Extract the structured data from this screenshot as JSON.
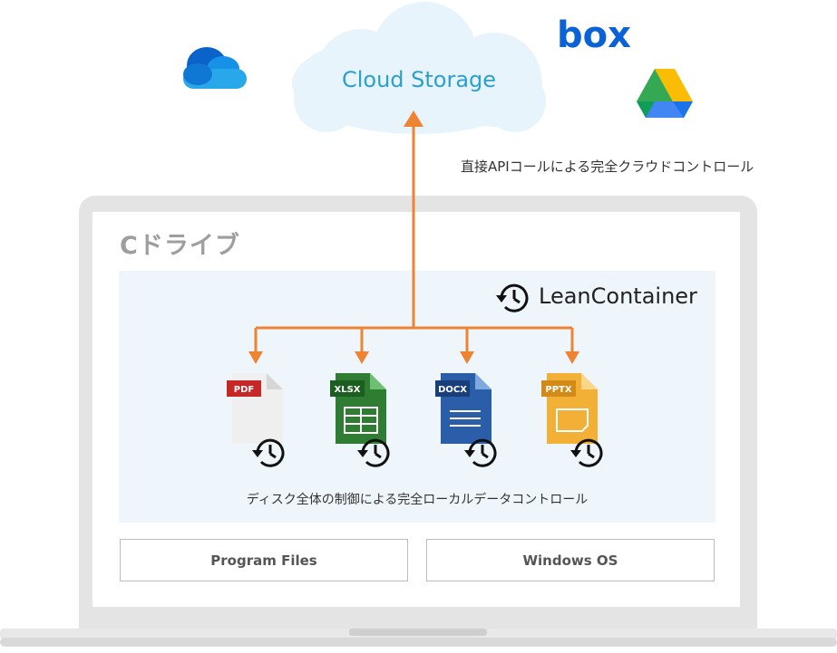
{
  "cloud": {
    "label": "Cloud Storage"
  },
  "providers": [
    "onedrive",
    "box",
    "google-drive"
  ],
  "box_logo_text": "box",
  "api_note": "直接APIコールによる完全クラウドコントロール",
  "drive": {
    "title": "Cドライブ"
  },
  "lean": {
    "label": "LeanContainer",
    "files": [
      {
        "tag": "PDF",
        "color": "#c62828"
      },
      {
        "tag": "XLSX",
        "color": "#2e7d32"
      },
      {
        "tag": "DOCX",
        "color": "#2a5ea8"
      },
      {
        "tag": "PPTX",
        "color": "#e8a634"
      }
    ],
    "local_note": "ディスク全体の制御による完全ローカルデータコントロール"
  },
  "boxes": {
    "program_files": "Program Files",
    "windows_os": "Windows OS"
  },
  "colors": {
    "arrow": "#ee8332",
    "cloud_fill": "#e8f4fb",
    "cloud_text": "#2aa0cf",
    "panel": "#eef6fc"
  }
}
